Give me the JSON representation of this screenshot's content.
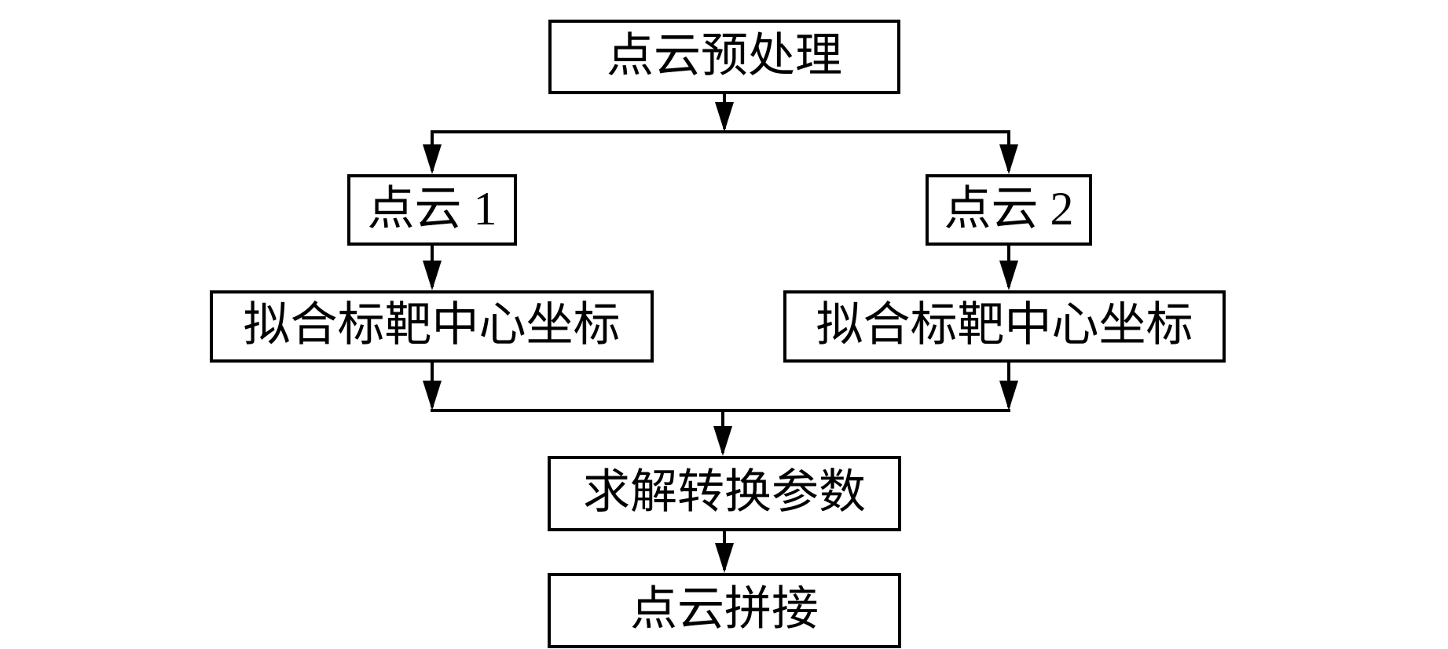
{
  "diagram": {
    "type": "flowchart",
    "colors": {
      "line": "#000000",
      "box_border": "#000000",
      "box_fill": "#ffffff",
      "background": "#ffffff",
      "text": "#000000"
    },
    "nodes": [
      {
        "id": "preprocess",
        "label": "点云预处理"
      },
      {
        "id": "pointcloud-1",
        "label": "点云 1"
      },
      {
        "id": "pointcloud-2",
        "label": "点云 2"
      },
      {
        "id": "fit-target-left",
        "label": "拟合标靶中心坐标"
      },
      {
        "id": "fit-target-right",
        "label": "拟合标靶中心坐标"
      },
      {
        "id": "solve-params",
        "label": "求解转换参数"
      },
      {
        "id": "stitch",
        "label": "点云拼接"
      }
    ],
    "edges": [
      {
        "from": "preprocess",
        "to": "pointcloud-1"
      },
      {
        "from": "preprocess",
        "to": "pointcloud-2"
      },
      {
        "from": "pointcloud-1",
        "to": "fit-target-left"
      },
      {
        "from": "pointcloud-2",
        "to": "fit-target-right"
      },
      {
        "from": "fit-target-left",
        "to": "solve-params"
      },
      {
        "from": "fit-target-right",
        "to": "solve-params"
      },
      {
        "from": "solve-params",
        "to": "stitch"
      }
    ]
  }
}
